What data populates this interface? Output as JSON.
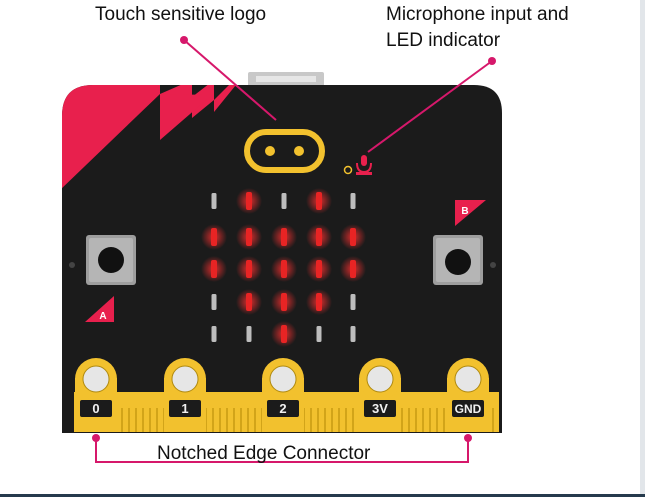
{
  "labels": {
    "touch_logo": "Touch sensitive logo",
    "mic_line1": "Microphone input and",
    "mic_line2": "LED indicator",
    "edge_connector": "Notched Edge Connector"
  },
  "buttons": {
    "a": "A",
    "b": "B"
  },
  "pins": [
    "0",
    "1",
    "2",
    "3V",
    "GND"
  ],
  "led_matrix": [
    [
      0,
      1,
      0,
      1,
      0
    ],
    [
      1,
      1,
      1,
      1,
      1
    ],
    [
      1,
      1,
      1,
      1,
      1
    ],
    [
      0,
      1,
      1,
      1,
      0
    ],
    [
      0,
      0,
      1,
      0,
      0
    ]
  ],
  "colors": {
    "board": "#1b1b1b",
    "accent": "#e8204d",
    "gold": "#f2c12e",
    "led_on": "#e82424",
    "annotation": "#d6186b"
  }
}
